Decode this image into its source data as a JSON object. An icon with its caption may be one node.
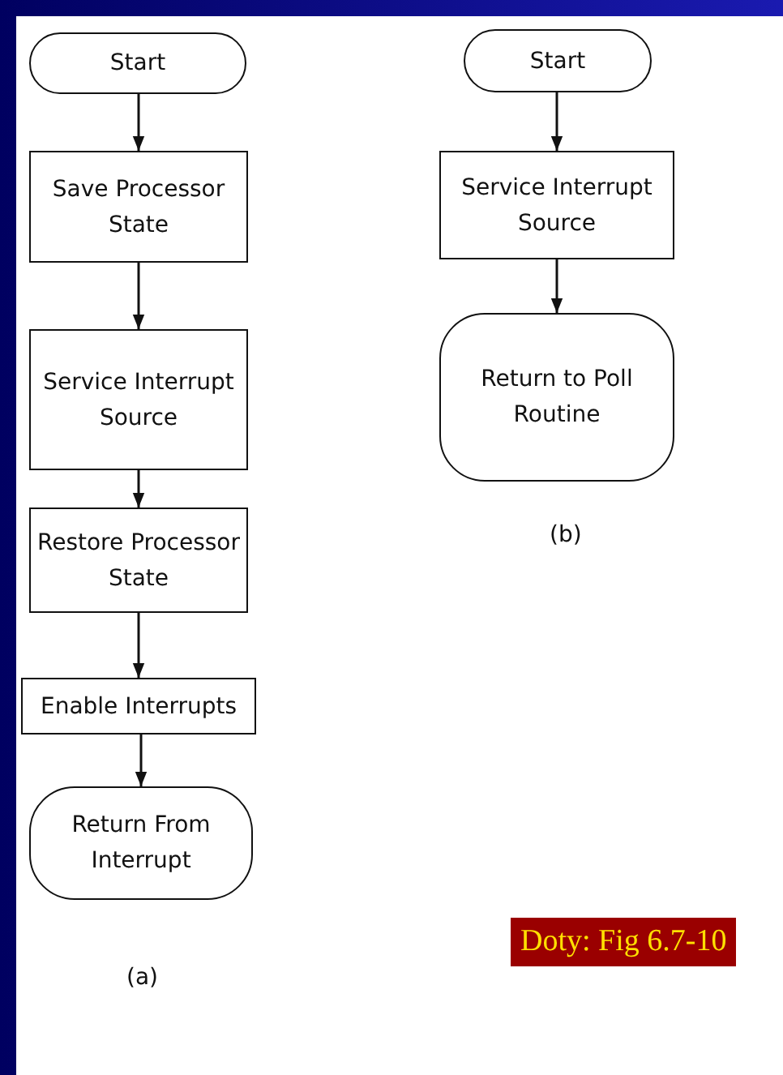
{
  "diagram": {
    "nodes": [
      {
        "text": [
          "Start"
        ]
      },
      {
        "text": [
          "Save Processor State"
        ]
      },
      {
        "text": [
          "Service Interrupt Source"
        ]
      },
      {
        "text": [
          "Restore Processor State"
        ]
      },
      {
        "text": [
          "Enable Interrupts"
        ]
      },
      {
        "text": [
          "Return From Interrupt"
        ]
      },
      {
        "text": [
          "Start"
        ]
      },
      {
        "text": [
          "Service Interrupt Source"
        ]
      },
      {
        "text": [
          "Return to Poll Routine"
        ]
      }
    ],
    "edges": [
      {
        "from": 0,
        "to": 1,
        "arrow": "to"
      },
      {
        "from": 1,
        "to": 2,
        "arrow": "to"
      },
      {
        "from": 2,
        "to": 3,
        "arrow": "to"
      },
      {
        "from": 3,
        "to": 4,
        "arrow": "to"
      },
      {
        "from": 4,
        "to": 5,
        "arrow": "to"
      },
      {
        "from": 6,
        "to": 7,
        "arrow": "to"
      },
      {
        "from": 7,
        "to": 8,
        "arrow": "to"
      }
    ],
    "labels": [
      "(a)",
      "(b)",
      "Doty: Fig 6.7-10"
    ]
  }
}
